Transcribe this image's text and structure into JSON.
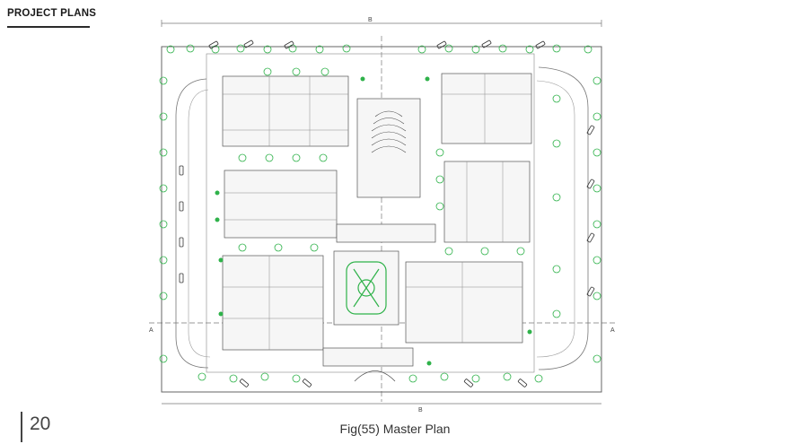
{
  "header": {
    "title": "PROJECT PLANS"
  },
  "plan": {
    "section_markers": {
      "top": "B",
      "bottom": "B",
      "left": "A",
      "right": "A"
    },
    "colors": {
      "trees": "#2fb24a",
      "lines": "#6a6a6a",
      "paper": "#ffffff"
    }
  },
  "caption": "Fig(55)  Master Plan",
  "footer": {
    "page_number": "20"
  }
}
